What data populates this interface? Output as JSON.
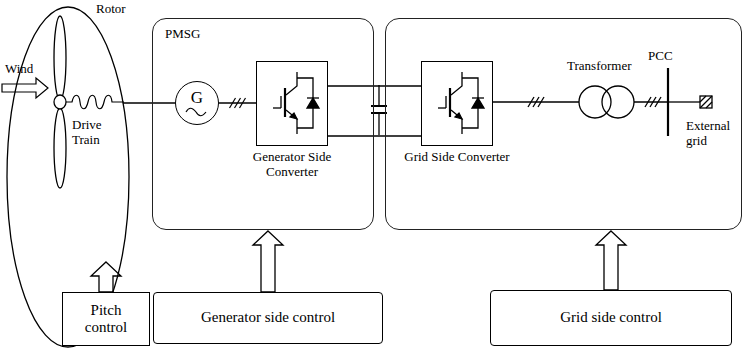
{
  "diagram": {
    "nodes": [
      {
        "text": [
          "Rotor"
        ]
      },
      {
        "text": [
          "PMSG"
        ]
      },
      {
        "text": [
          "G"
        ],
        "in": 1
      },
      {
        "text": [
          "Generator Side Converter"
        ],
        "in": 1
      },
      {
        "text": [
          "Transformer",
          "PCC",
          "External grid"
        ]
      },
      {
        "text": [
          "Grid Side Converter"
        ],
        "in": 4
      },
      {
        "text": [
          "Pitch control"
        ]
      },
      {
        "text": [
          "Generator side control"
        ]
      },
      {
        "text": [
          "Grid side control"
        ]
      }
    ],
    "edges": [
      {
        "from": 0,
        "to": 2,
        "arrow": "none"
      },
      {
        "from": 2,
        "to": 3,
        "arrow": "none"
      },
      {
        "from": 3,
        "to": 5,
        "arrow": "none"
      },
      {
        "from": 6,
        "to": 0,
        "arrow": "to"
      },
      {
        "from": 7,
        "to": 1,
        "arrow": "to"
      },
      {
        "from": 8,
        "to": 4,
        "arrow": "to"
      }
    ],
    "labels": [
      "Wind",
      "Drive Train"
    ]
  }
}
